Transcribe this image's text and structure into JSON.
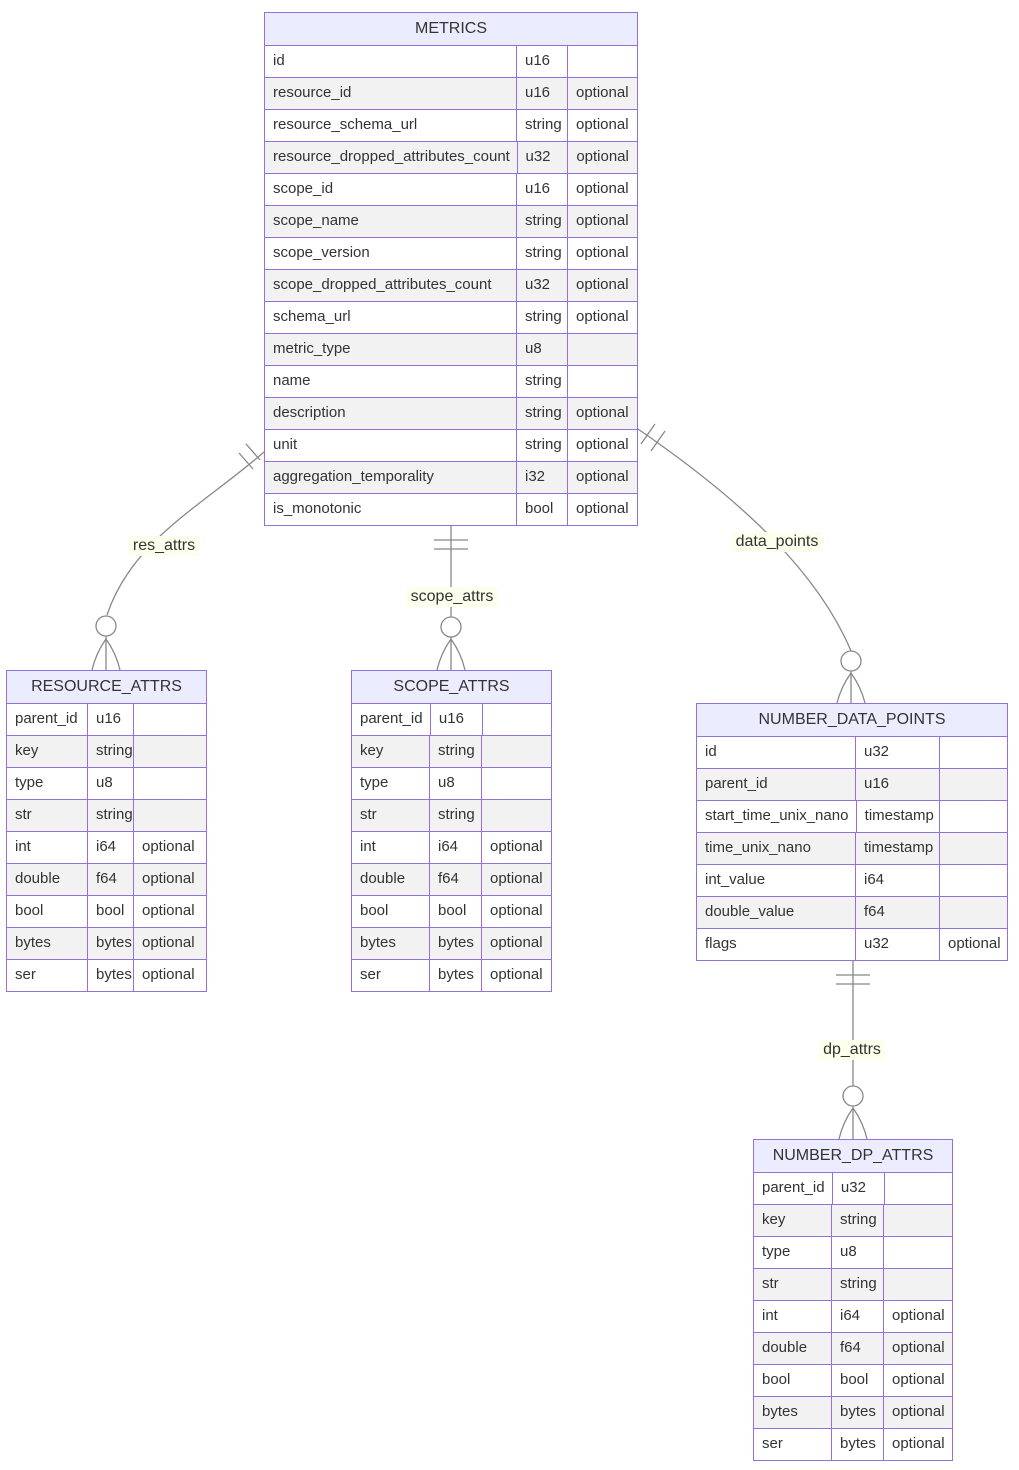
{
  "diagram": {
    "type": "entity-relationship",
    "colors": {
      "entity_border": "#9370DB",
      "entity_header_bg": "#ECECFF",
      "row_even_bg": "#f2f2f2",
      "row_odd_bg": "#ffffff",
      "relationship_line": "#888888",
      "relationship_label_bg": "#fbffeb",
      "text": "#333333"
    },
    "entities": [
      {
        "name": "METRICS",
        "attributes": [
          [
            "id",
            "u16",
            ""
          ],
          [
            "resource_id",
            "u16",
            "optional"
          ],
          [
            "resource_schema_url",
            "string",
            "optional"
          ],
          [
            "resource_dropped_attributes_count",
            "u32",
            "optional"
          ],
          [
            "scope_id",
            "u16",
            "optional"
          ],
          [
            "scope_name",
            "string",
            "optional"
          ],
          [
            "scope_version",
            "string",
            "optional"
          ],
          [
            "scope_dropped_attributes_count",
            "u32",
            "optional"
          ],
          [
            "schema_url",
            "string",
            "optional"
          ],
          [
            "metric_type",
            "u8",
            ""
          ],
          [
            "name",
            "string",
            ""
          ],
          [
            "description",
            "string",
            "optional"
          ],
          [
            "unit",
            "string",
            "optional"
          ],
          [
            "aggregation_temporality",
            "i32",
            "optional"
          ],
          [
            "is_monotonic",
            "bool",
            "optional"
          ]
        ]
      },
      {
        "name": "RESOURCE_ATTRS",
        "attributes": [
          [
            "parent_id",
            "u16",
            ""
          ],
          [
            "key",
            "string",
            ""
          ],
          [
            "type",
            "u8",
            ""
          ],
          [
            "str",
            "string",
            ""
          ],
          [
            "int",
            "i64",
            "optional"
          ],
          [
            "double",
            "f64",
            "optional"
          ],
          [
            "bool",
            "bool",
            "optional"
          ],
          [
            "bytes",
            "bytes",
            "optional"
          ],
          [
            "ser",
            "bytes",
            "optional"
          ]
        ]
      },
      {
        "name": "SCOPE_ATTRS",
        "attributes": [
          [
            "parent_id",
            "u16",
            ""
          ],
          [
            "key",
            "string",
            ""
          ],
          [
            "type",
            "u8",
            ""
          ],
          [
            "str",
            "string",
            ""
          ],
          [
            "int",
            "i64",
            "optional"
          ],
          [
            "double",
            "f64",
            "optional"
          ],
          [
            "bool",
            "bool",
            "optional"
          ],
          [
            "bytes",
            "bytes",
            "optional"
          ],
          [
            "ser",
            "bytes",
            "optional"
          ]
        ]
      },
      {
        "name": "NUMBER_DATA_POINTS",
        "attributes": [
          [
            "id",
            "u32",
            ""
          ],
          [
            "parent_id",
            "u16",
            ""
          ],
          [
            "start_time_unix_nano",
            "timestamp",
            ""
          ],
          [
            "time_unix_nano",
            "timestamp",
            ""
          ],
          [
            "int_value",
            "i64",
            ""
          ],
          [
            "double_value",
            "f64",
            ""
          ],
          [
            "flags",
            "u32",
            "optional"
          ]
        ]
      },
      {
        "name": "NUMBER_DP_ATTRS",
        "attributes": [
          [
            "parent_id",
            "u32",
            ""
          ],
          [
            "key",
            "string",
            ""
          ],
          [
            "type",
            "u8",
            ""
          ],
          [
            "str",
            "string",
            ""
          ],
          [
            "int",
            "i64",
            "optional"
          ],
          [
            "double",
            "f64",
            "optional"
          ],
          [
            "bool",
            "bool",
            "optional"
          ],
          [
            "bytes",
            "bytes",
            "optional"
          ],
          [
            "ser",
            "bytes",
            "optional"
          ]
        ]
      }
    ],
    "relationships": [
      {
        "label": "res_attrs",
        "from": "METRICS",
        "to": "RESOURCE_ATTRS",
        "from_cardinality": "exactly one",
        "to_cardinality": "zero or more"
      },
      {
        "label": "scope_attrs",
        "from": "METRICS",
        "to": "SCOPE_ATTRS",
        "from_cardinality": "exactly one",
        "to_cardinality": "zero or more"
      },
      {
        "label": "data_points",
        "from": "METRICS",
        "to": "NUMBER_DATA_POINTS",
        "from_cardinality": "exactly one",
        "to_cardinality": "zero or more"
      },
      {
        "label": "dp_attrs",
        "from": "NUMBER_DATA_POINTS",
        "to": "NUMBER_DP_ATTRS",
        "from_cardinality": "exactly one",
        "to_cardinality": "zero or more"
      }
    ]
  }
}
